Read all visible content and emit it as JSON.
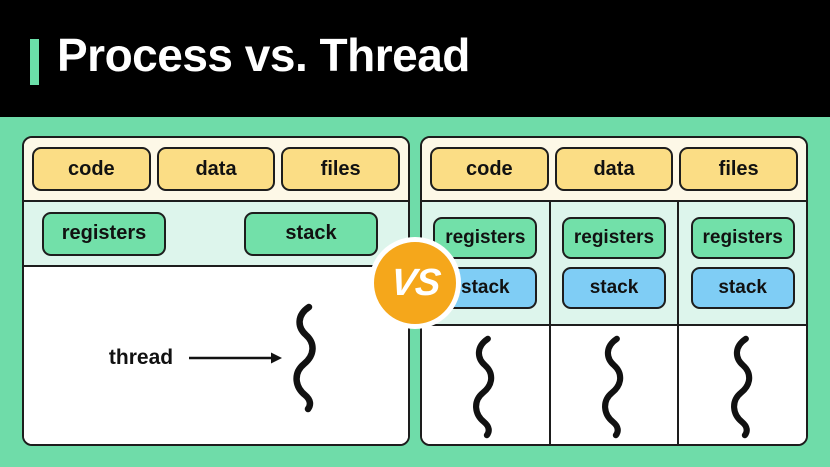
{
  "header": {
    "title": "Process vs. Thread",
    "accent_color": "#6BDFA9",
    "background_color": "#000000",
    "text_color": "#FFFFFF"
  },
  "stage": {
    "background_color": "#6FDCA9"
  },
  "vs_badge": {
    "label": "VS",
    "circle_color": "#F5A71B",
    "ring_color": "#FFFFFF",
    "text_color": "#FFFFFF"
  },
  "colors": {
    "resource_chip": "#FBDD85",
    "registers_chip": "#72E0A9",
    "stack_chip_process": "#72E0A9",
    "stack_chip_thread": "#7FCDF5",
    "resource_row_bg": "#FDF8E7",
    "exec_row_bg": "#DDF5EC",
    "thread_row_bg": "#FFFFFF",
    "card_bg": "#FFFFFF",
    "border": "#1D1D1D"
  },
  "process_card": {
    "name": "single-threaded-process",
    "resources": [
      "code",
      "data",
      "files"
    ],
    "execution": [
      "registers",
      "stack"
    ],
    "thread_label": "thread",
    "thread_count": 1
  },
  "thread_card": {
    "name": "multi-threaded-process",
    "resources": [
      "code",
      "data",
      "files"
    ],
    "columns": [
      {
        "registers": "registers",
        "stack": "stack"
      },
      {
        "registers": "registers",
        "stack": "stack"
      },
      {
        "registers": "registers",
        "stack": "stack"
      }
    ],
    "thread_count": 3
  },
  "icons": {
    "thread_squiggle": "thread-squiggle-icon",
    "arrow_right": "arrow-right-icon",
    "title_accent_bar": "title-accent-bar"
  }
}
